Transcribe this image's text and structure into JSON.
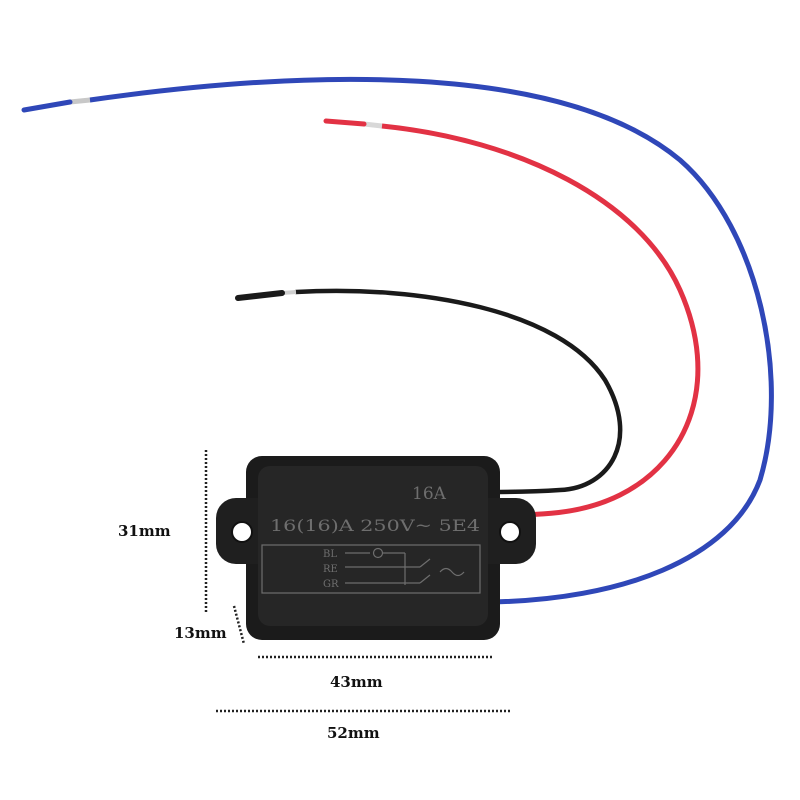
{
  "product": {
    "rating_large": "16A",
    "rating_line": "16(16)A 250V~ 5E4",
    "terminals": [
      "BL",
      "RE",
      "GR"
    ],
    "wire_colors": {
      "blue": "#2f47b8",
      "red": "#e23244",
      "black": "#1a1a1a",
      "body": "#1f1f1f"
    }
  },
  "dimensions": {
    "height": "31mm",
    "depth": "13mm",
    "width_inner": "43mm",
    "width_outer": "52mm"
  }
}
